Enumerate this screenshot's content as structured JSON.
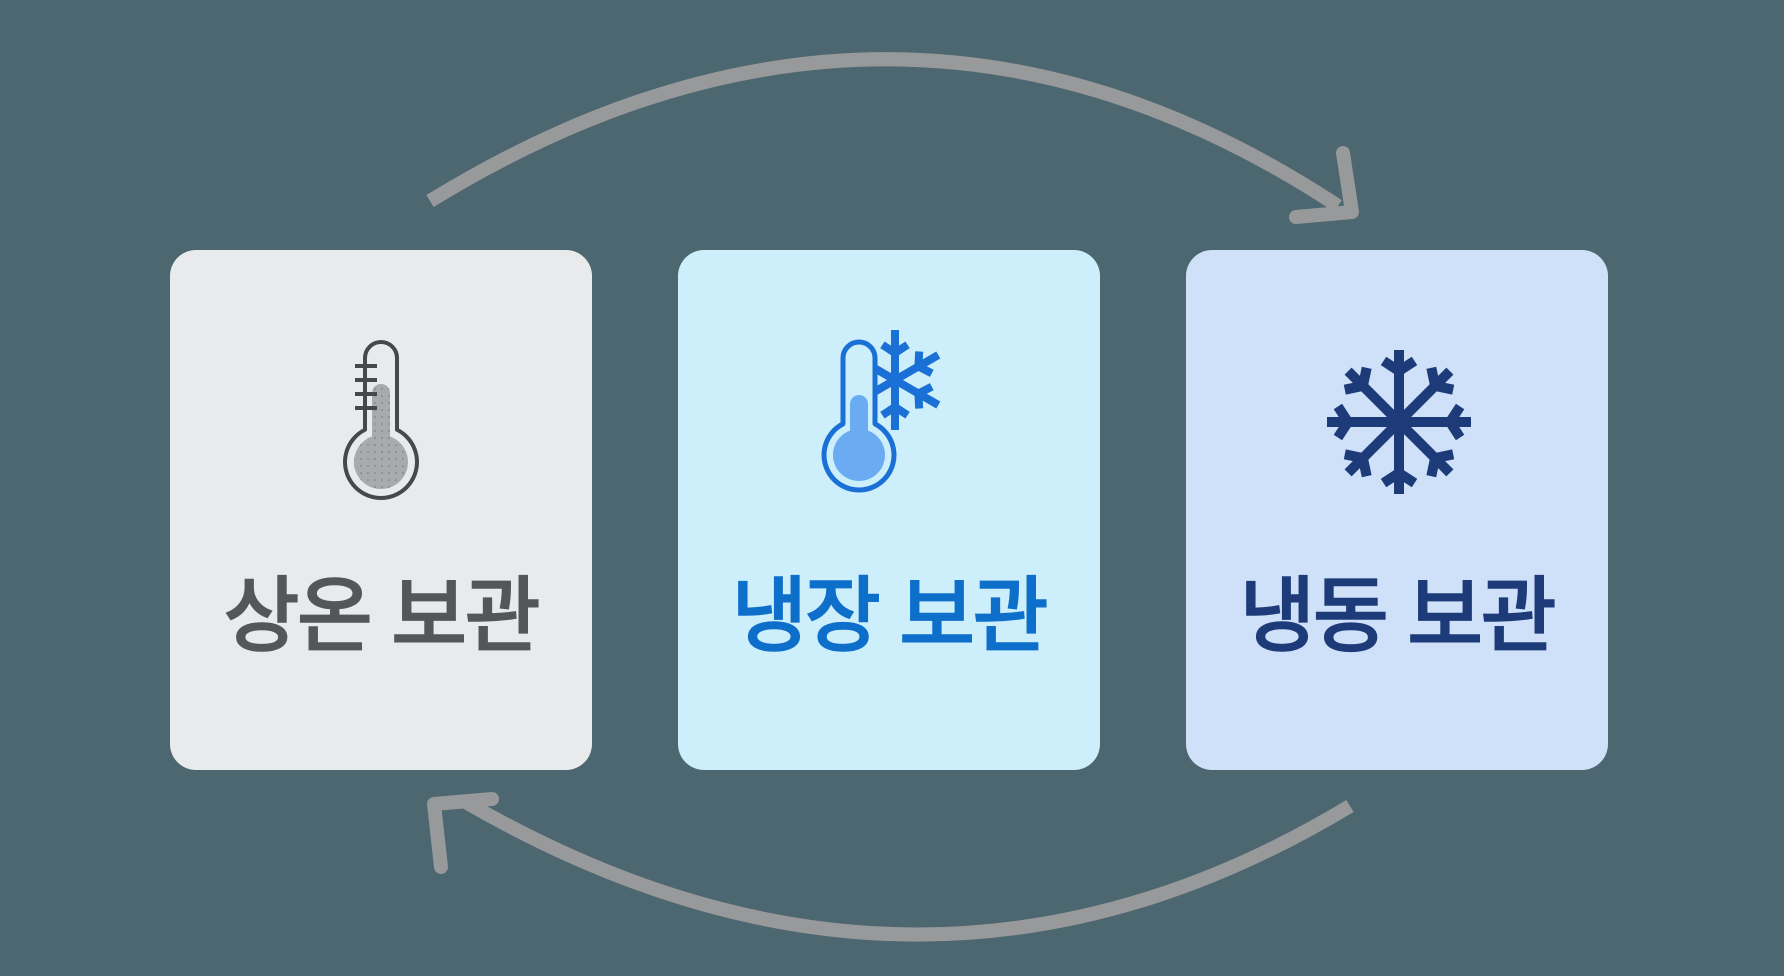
{
  "background_color": "#4C6770",
  "arrow_color": "#98999B",
  "cards": [
    {
      "label": "상온 보관",
      "background": "#E9EAEC",
      "text_color": "#55565A",
      "icon": "thermometer-icon",
      "icon_stroke": "#47484A",
      "icon_fill": "#A8AAAC"
    },
    {
      "label": "냉장 보관",
      "background": "#CDEEFB",
      "text_color": "#0D6FCA",
      "icon": "thermometer-snowflake-icon",
      "icon_stroke": "#1B70D6",
      "icon_fill": "#6AABF2"
    },
    {
      "label": "냉동 보관",
      "background": "#CFE0F9",
      "text_color": "#1C3B78",
      "icon": "snowflake-icon",
      "icon_stroke": "#1C3B78"
    }
  ],
  "arrows": [
    {
      "name": "top",
      "direction": "left-to-right"
    },
    {
      "name": "bottom",
      "direction": "right-to-left"
    }
  ]
}
